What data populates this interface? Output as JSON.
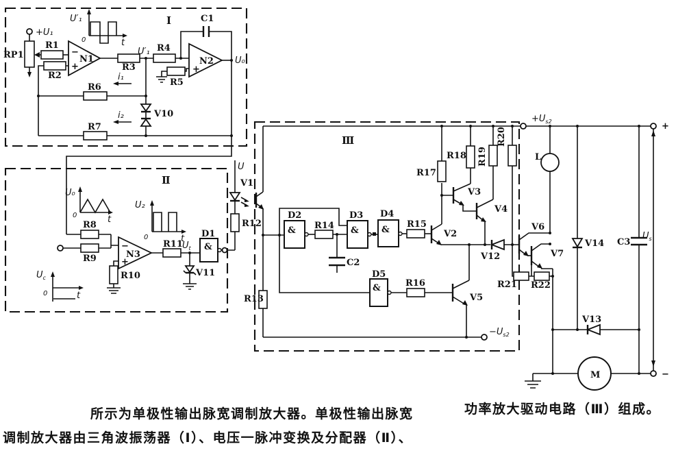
{
  "boxes": {
    "box1": "Ⅰ",
    "box2": "Ⅱ",
    "box3": "Ⅲ"
  },
  "labels": {
    "rp1": "RP1",
    "r1": "R1",
    "r2": "R2",
    "r3": "R3",
    "r4": "R4",
    "r5": "R5",
    "r6": "R6",
    "r7": "R7",
    "r8": "R8",
    "r9": "R9",
    "r10": "R10",
    "r11": "R11",
    "r12": "R12",
    "r13": "R13",
    "r14": "R14",
    "r15": "R15",
    "r16": "R16",
    "r17": "R17",
    "r18": "R18",
    "r19": "R19",
    "r20": "R20",
    "r21": "R21",
    "r22": "R22",
    "n1": "N1",
    "n2": "N2",
    "n3": "N3",
    "d1": "D1",
    "d2": "D2",
    "d3": "D3",
    "d4": "D4",
    "d5": "D5",
    "v1": "V1",
    "v2": "V2",
    "v3": "V3",
    "v4": "V4",
    "v5": "V5",
    "v6": "V6",
    "v7": "V7",
    "v10": "V10",
    "v11": "V11",
    "v12": "V12",
    "v13": "V13",
    "v14": "V14",
    "c1": "C1",
    "c2": "C2",
    "c3": "C3",
    "l": "L",
    "m": "M",
    "amp": "&"
  },
  "signals": {
    "u1": "+U₁",
    "u1p": "U′₁",
    "uo": "U₀",
    "u0wave": "U₀",
    "u2": "U₂",
    "u": "U",
    "ut": {
      "base": "U",
      "sub": "t"
    },
    "uc": {
      "base": "U",
      "sub": "c"
    },
    "us": {
      "base": "U",
      "sub": "s"
    },
    "us2p": {
      "base": "+U",
      "sub": "s2"
    },
    "us2m": {
      "base": "−U",
      "sub": "s2"
    },
    "i1": "i₁",
    "i2": "i₂",
    "zero": "0",
    "t": "t",
    "plus": "+",
    "minus": "−"
  },
  "caption": {
    "line1": "所示为单极性输出脉宽调制放大器。单极性输出脉宽",
    "line2": "调制放大器由三角波振荡器（Ⅰ）、电压一脉冲变换及分配器（Ⅱ）、",
    "right": "功率放大驱动电路（Ⅲ）组成。"
  }
}
